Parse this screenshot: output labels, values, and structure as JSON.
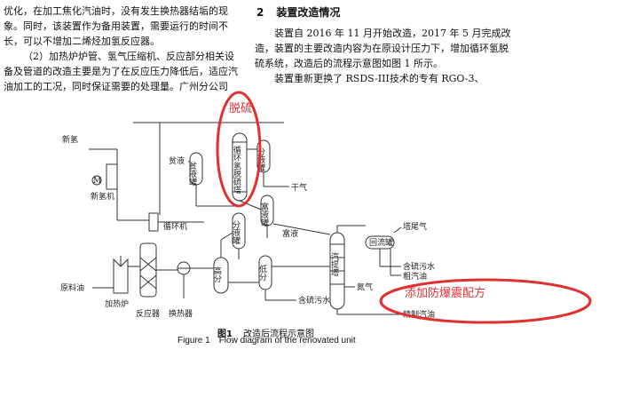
{
  "left_column": {
    "paragraphs": [
      "优化，在加工焦化汽油时，没有发生换热器结垢的现象。同时，该装置作为备用装置，需要运行的时间不长，可以不增加二烯烃加氢反应器。",
      "（2）加热炉炉管、氢气压缩机、反应部分相关设备及管道的改造主要是为了在反应压力降低后，适应汽油加工的工况，同时保证需要的处理量。广州分公司"
    ]
  },
  "right_column": {
    "section_number": "2",
    "section_title": "装置改造情况",
    "paragraphs": [
      "装置自 2016 年 11 月开始改造，2017 年 5 月完成改造，装置的主要改造内容为在原设计压力下，增加循环氢脱硫系统，改造后的流程示意图如图 1 所示。",
      "装置重新更换了 RSDS-III技术的专有 RGO-3、"
    ]
  },
  "figure": {
    "caption_cn_label": "图1",
    "caption_cn_text": "改造后流程示意图",
    "caption_en_label": "Figure 1",
    "caption_en_text": "Flow diagram of the renovated unit",
    "labels": {
      "new_hydrogen": "新氢",
      "m_symbol": "M",
      "new_hydrogen_compressor": "新氢机",
      "recycle_compressor": "循环机",
      "poor_amine": "贫液",
      "poor_amine_tank": "贫液罐",
      "recycle_h2_desulfurizer": "循环氢脱硫塔",
      "separator_tank_top": "分液罐",
      "dry_gas": "干气",
      "rich_amine_tank": "富液罐",
      "separator_tank_mid": "分液罐",
      "rich_amine": "富液",
      "hp_separator": "高分",
      "lp_separator": "低分",
      "stripper": "汽提塔",
      "reflux_tank": "回流罐",
      "tower_tail_gas": "塔尾气",
      "sour_water_right": "含硫污水",
      "crude_naphtha": "粗汽油",
      "nitrogen": "氮气",
      "refined_gasoline": "精制汽油",
      "sour_water_bottom": "含硫污水",
      "raw_oil": "原料油",
      "heater": "加热炉",
      "reactor": "反应器",
      "heat_exchanger": "换热器"
    }
  },
  "annotations": {
    "desulfurization": "脱硫",
    "add_explosion_formula": "添加防爆震配方",
    "color": "#e03030"
  }
}
